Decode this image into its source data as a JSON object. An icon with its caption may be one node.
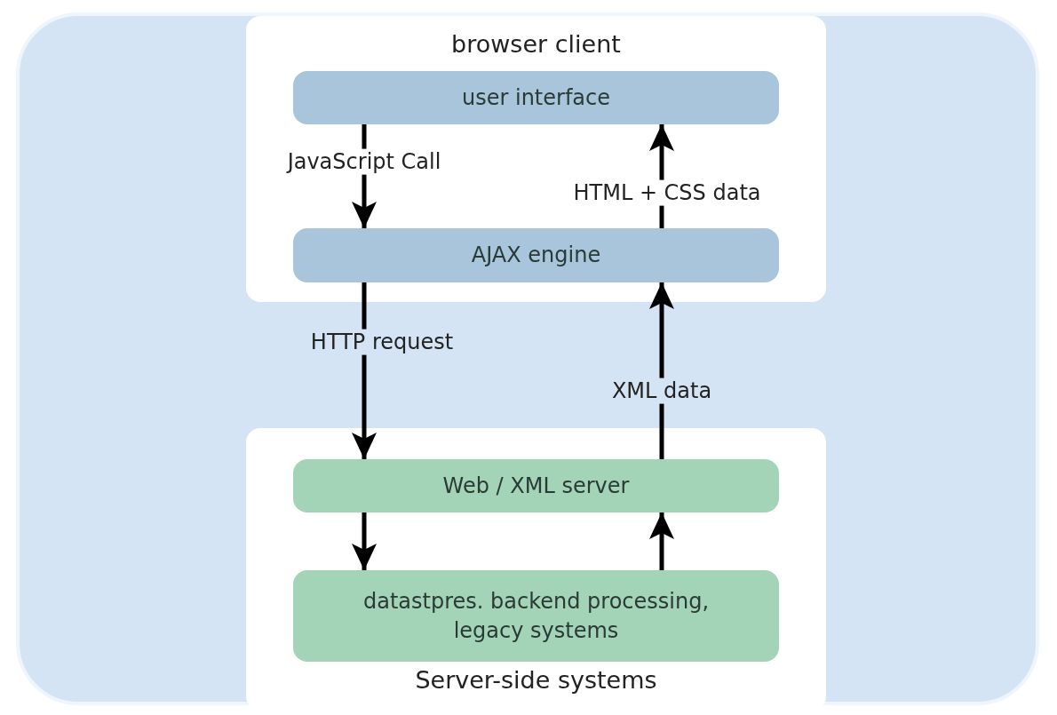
{
  "diagram": {
    "nodes": [
      {
        "text": [
          "browser client"
        ]
      },
      {
        "text": [
          "user interface"
        ],
        "in": 0
      },
      {
        "text": [
          "AJAX engine"
        ],
        "in": 0
      },
      {
        "text": [
          "Server-side systems"
        ]
      },
      {
        "text": [
          "Web / XML server"
        ],
        "in": 3
      },
      {
        "text": [
          "datastpres. backend processing, legacy systems"
        ],
        "in": 3
      }
    ],
    "edges": [
      {
        "from": 1,
        "to": 2,
        "arrow": "to",
        "label": "JavaScript Call"
      },
      {
        "from": 2,
        "to": 1,
        "arrow": "to",
        "label": "HTML + CSS data"
      },
      {
        "from": 2,
        "to": 4,
        "arrow": "to",
        "label": "HTTP request"
      },
      {
        "from": 4,
        "to": 2,
        "arrow": "to",
        "label": "XML data"
      },
      {
        "from": 4,
        "to": 5,
        "arrow": "to"
      },
      {
        "from": 5,
        "to": 4,
        "arrow": "to"
      }
    ]
  }
}
